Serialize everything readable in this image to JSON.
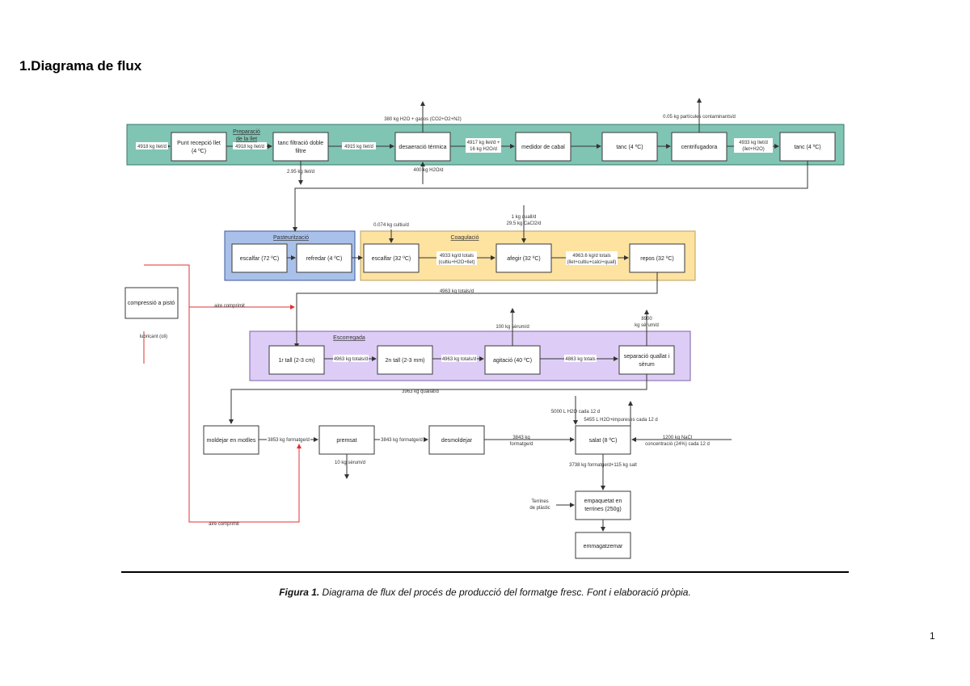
{
  "heading": "1.Diagrama de flux",
  "sections": {
    "preparacio": "Preparació de la llet",
    "pasteuritzacio": "Pasteurització",
    "coagulacio": "Coagulació",
    "escorregada": "Escorregada"
  },
  "boxes": {
    "punt_recepcio": [
      "Punt recepció llet",
      "(4 ºC)"
    ],
    "tanc_filtracio": [
      "tanc filtració doble",
      "filtre"
    ],
    "desaeracio": [
      "desaeració térmica"
    ],
    "medidor_cabal": [
      "medidor de cabal"
    ],
    "tanc_4a": [
      "tanc (4 ºC)"
    ],
    "centrifugadora": [
      "centrifugadora"
    ],
    "tanc_4b": [
      "tanc (4 ºC)"
    ],
    "escalfar_72": [
      "escalfar (72 ºC)"
    ],
    "refredar_4": [
      "refredar (4 ºC)"
    ],
    "escalfar_32": [
      "escalfar (32 ºC)"
    ],
    "afegir_32": [
      "afegir (32 ºC)"
    ],
    "repos_32": [
      "repos (32 ºC)"
    ],
    "compressio_pisto": [
      "compressió a pistó"
    ],
    "tall1": [
      "1r tall (2-3 cm)"
    ],
    "tall2": [
      "2n tall (2-3 mm)"
    ],
    "agitacio": [
      "agitació (40 ºC)"
    ],
    "separacio": [
      "separació quallat i",
      "sèrum"
    ],
    "moldejar": [
      "moldejar en motlles"
    ],
    "premsat": [
      "premsat"
    ],
    "desmoldejar": [
      "desmoldejar"
    ],
    "salat": [
      "salat (8 ºC)"
    ],
    "empaquetat": [
      "empaquetat en",
      "terrines (250g)"
    ],
    "emmagatzemar": [
      "emmagatzemar"
    ]
  },
  "flows": {
    "entrada_llet": "4918 kg llet/d",
    "recepcio_tanc": "4918 kg llet/d",
    "perdua_filtracio": "2.95 kg llet/d",
    "tanc_desaeracio": "4915 kg llet/d",
    "gasos": "380 kg H2O + gasos (CO2+O2+N2)",
    "vapor": "400 kg H2O/d",
    "desaeracio_cabal": [
      "4917 kg llet/d +",
      "16 kg H2O/d"
    ],
    "particules": "0.05 kg partícules contaminants/d",
    "centrifugadora_tanc": [
      "4933 kg llet/d",
      "(llet+H2O)"
    ],
    "cultiu": "0.074 kg cultiu/d",
    "quall": [
      "1 kg quall/d",
      "29.5 kg CaCl2/d"
    ],
    "escalfar_afegir": [
      "4933 kg/d totals",
      "(cultiu+H2O+llet)"
    ],
    "afegir_repos": [
      "4963.6 kg/d totals",
      "(llet+cultiu+calci+quall)"
    ],
    "repos_tall": "4963 kg totals/d",
    "aire_comprimit_1": "aire comprimit",
    "lubricant": "lubricant (oli)",
    "tall1_tall2": "4963 kg totals/d",
    "tall2_agitacio": "4963 kg totals/d",
    "serum_agitacio": "100 kg sèrum/d",
    "agitacio_separacio": "4863 kg totals",
    "serum_separacio": [
      "8900",
      "kg sèrum/d"
    ],
    "quallat_moldejar": "3963 kg quallat/d",
    "moldejar_premsat": "3853 kg formatge/d",
    "serum_premsat": "10 kg sèrum/d",
    "premsat_desmoldejar": "3843 kg formatge/d",
    "desmoldejar_salat": [
      "3843 kg",
      "formatge/d"
    ],
    "aigua_salat": "5000 L H2O cada 12 d",
    "aigua_impureses": "5455 L H2O+impureses cada 12 d",
    "nacl": [
      "1200 kg NaCl",
      "concentració (24%) cada 12 d"
    ],
    "salat_empaquetat": "3738 kg formatge/d+115 kg salt",
    "terrines": [
      "Terrines",
      "de plàstic"
    ],
    "aire_comprimit_2": "aire comprimit"
  },
  "colors": {
    "preparacio": "#80c4b4",
    "pasteuritzacio": "#a9c1ea",
    "coagulacio": "#fde2a0",
    "escorregada": "#ddcdf6",
    "aire": "#e03030"
  },
  "caption": {
    "label": "Figura 1.",
    "text": " Diagrama de flux del procés de producció del formatge fresc. Font i elaboració pròpia."
  },
  "page_number": "1"
}
